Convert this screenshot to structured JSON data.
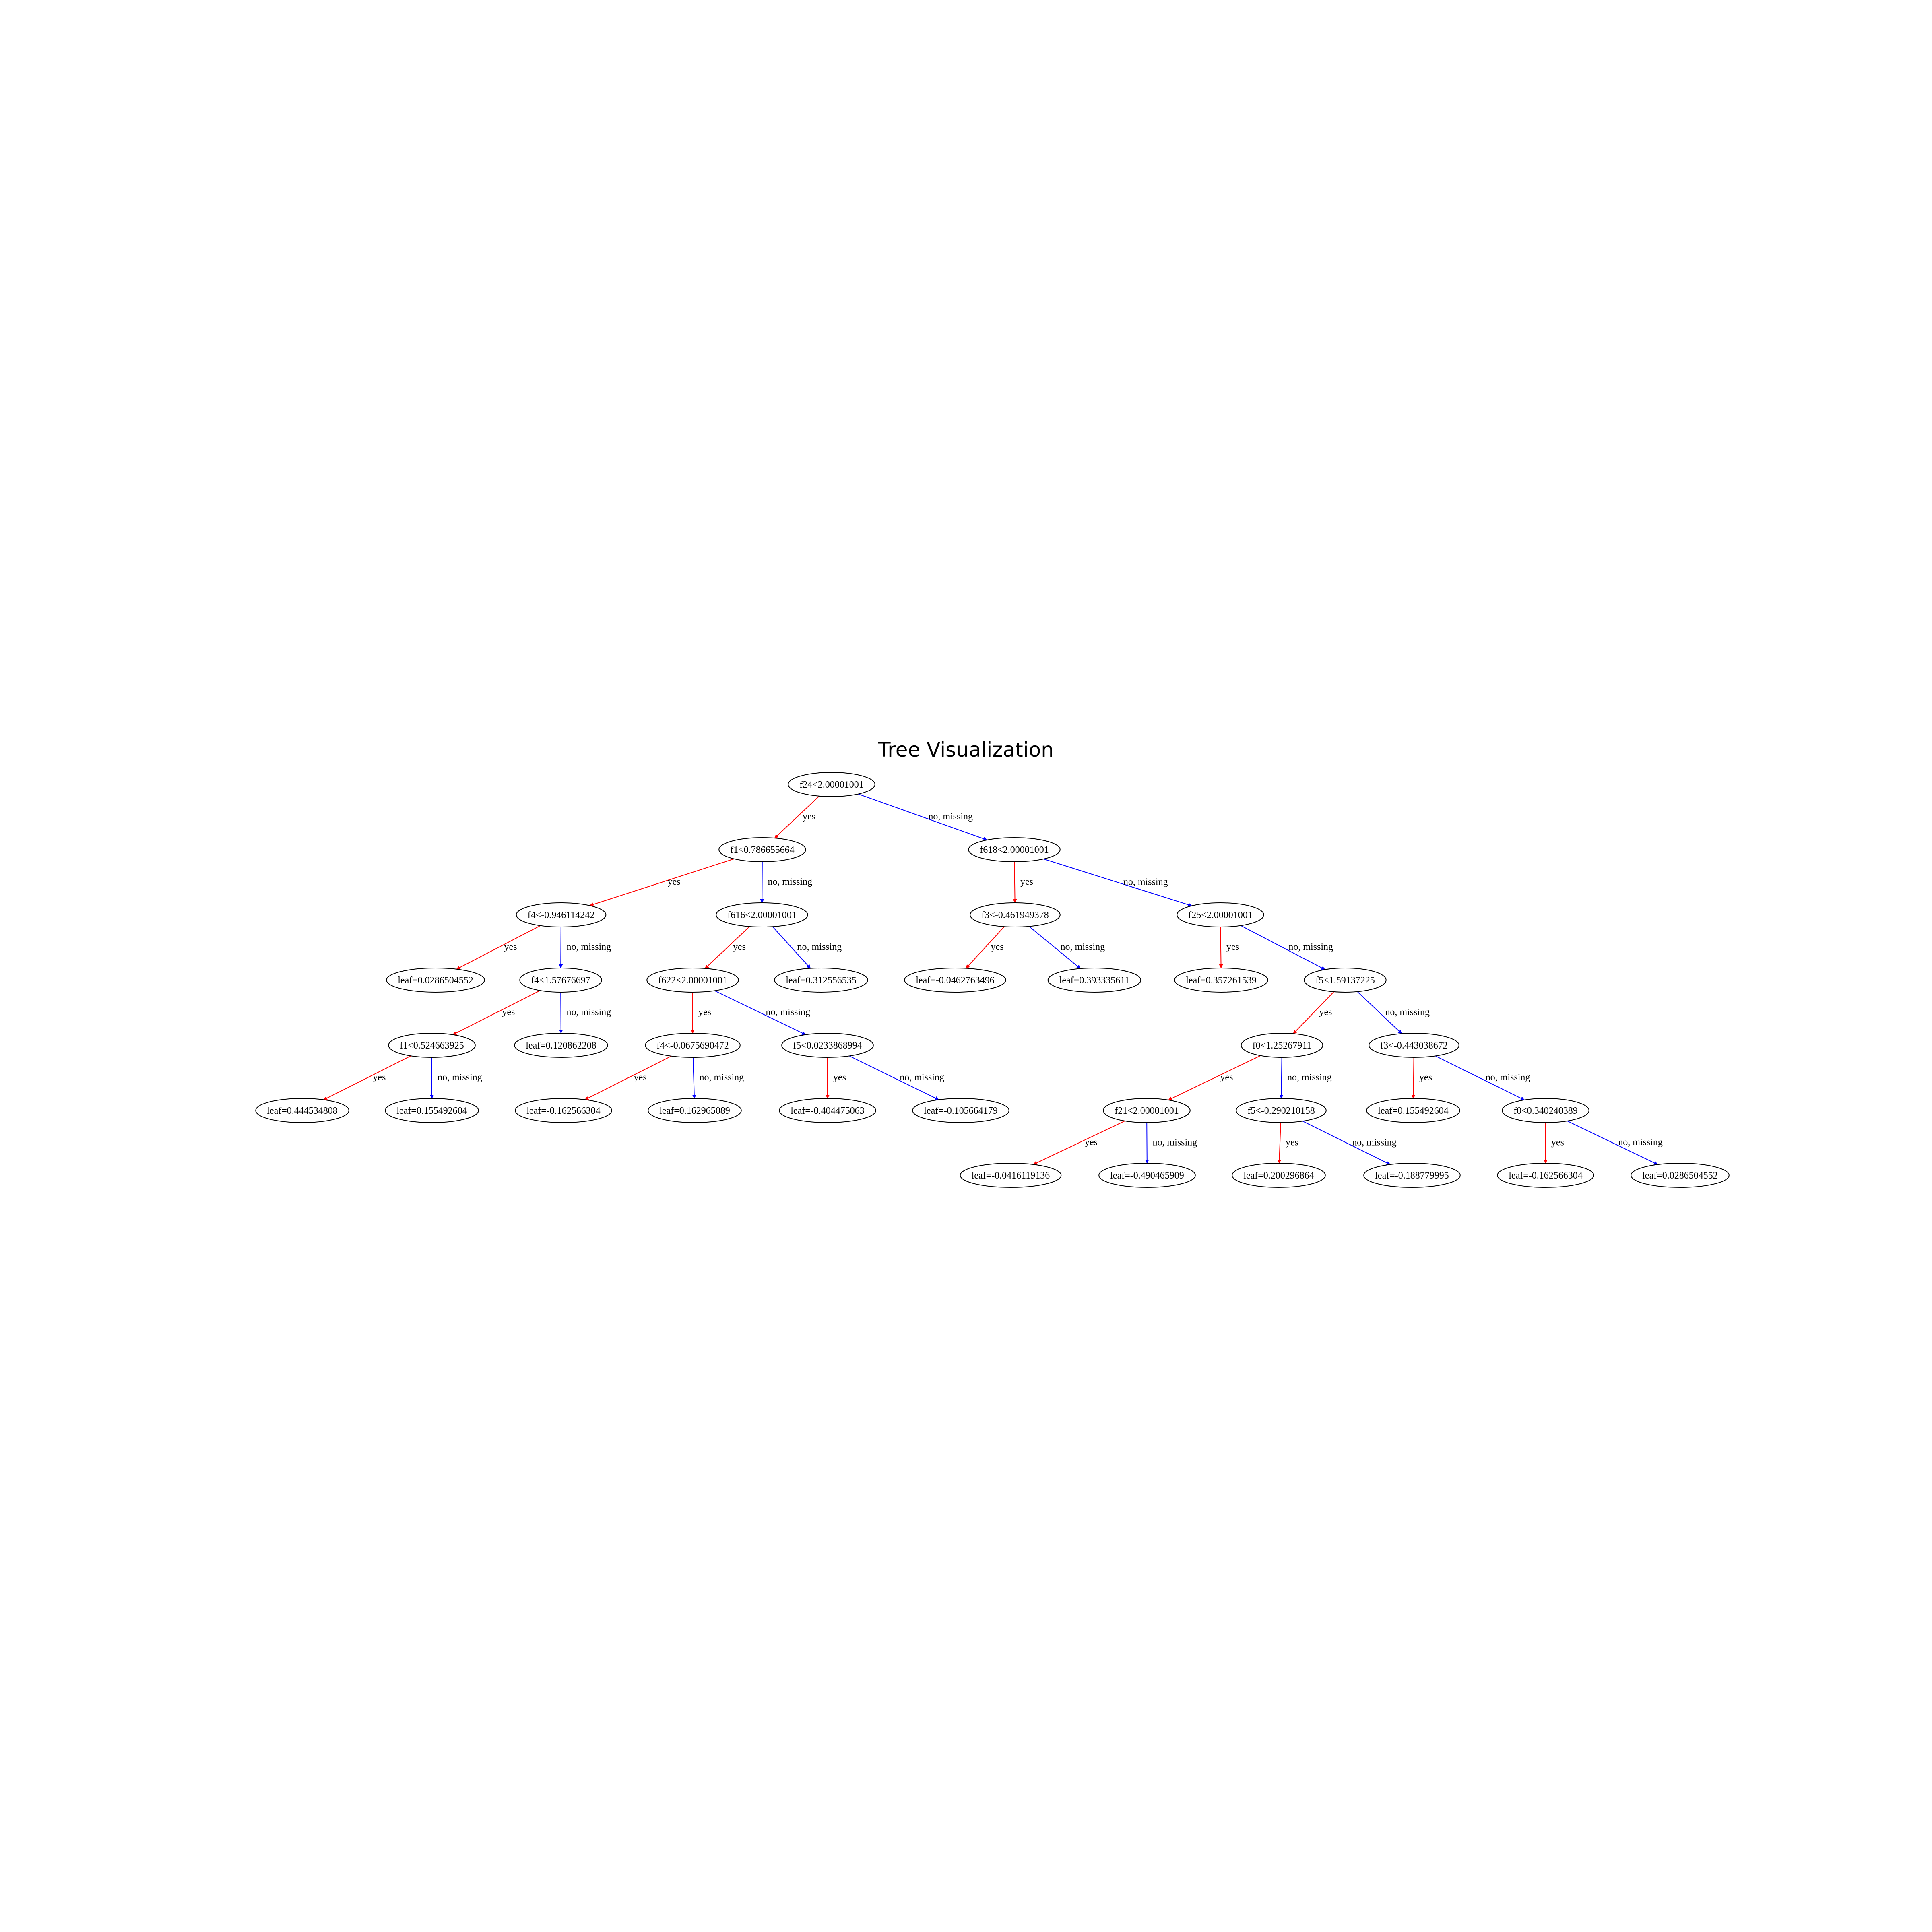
{
  "title": "Tree Visualization",
  "colors": {
    "yes_edge": "#ff0000",
    "no_edge": "#0000ff",
    "node_stroke": "#000000"
  },
  "edge_labels": {
    "yes": "yes",
    "no": "no, missing"
  },
  "nodes": [
    {
      "id": "n0",
      "label": "f24<2.00001001"
    },
    {
      "id": "n1",
      "label": "f1<0.786655664"
    },
    {
      "id": "n2",
      "label": "f618<2.00001001"
    },
    {
      "id": "n3",
      "label": "f4<-0.946114242"
    },
    {
      "id": "n4",
      "label": "f616<2.00001001"
    },
    {
      "id": "n5",
      "label": "f3<-0.461949378"
    },
    {
      "id": "n6",
      "label": "f25<2.00001001"
    },
    {
      "id": "n7",
      "label": "leaf=0.0286504552"
    },
    {
      "id": "n8",
      "label": "f4<1.57676697"
    },
    {
      "id": "n9",
      "label": "f622<2.00001001"
    },
    {
      "id": "n10",
      "label": "leaf=0.312556535"
    },
    {
      "id": "n11",
      "label": "leaf=-0.0462763496"
    },
    {
      "id": "n12",
      "label": "leaf=0.393335611"
    },
    {
      "id": "n13",
      "label": "leaf=0.357261539"
    },
    {
      "id": "n14",
      "label": "f5<1.59137225"
    },
    {
      "id": "n15",
      "label": "f1<0.524663925"
    },
    {
      "id": "n16",
      "label": "leaf=0.120862208"
    },
    {
      "id": "n17",
      "label": "f4<-0.0675690472"
    },
    {
      "id": "n18",
      "label": "f5<0.0233868994"
    },
    {
      "id": "n19",
      "label": "f0<1.25267911"
    },
    {
      "id": "n20",
      "label": "f3<-0.443038672"
    },
    {
      "id": "n21",
      "label": "leaf=0.444534808"
    },
    {
      "id": "n22",
      "label": "leaf=0.155492604"
    },
    {
      "id": "n23",
      "label": "leaf=-0.162566304"
    },
    {
      "id": "n24",
      "label": "leaf=0.162965089"
    },
    {
      "id": "n25",
      "label": "leaf=-0.404475063"
    },
    {
      "id": "n26",
      "label": "leaf=-0.105664179"
    },
    {
      "id": "n27",
      "label": "f21<2.00001001"
    },
    {
      "id": "n28",
      "label": "f5<-0.290210158"
    },
    {
      "id": "n29",
      "label": "leaf=0.155492604"
    },
    {
      "id": "n30",
      "label": "f0<0.340240389"
    },
    {
      "id": "n31",
      "label": "leaf=-0.0416119136"
    },
    {
      "id": "n32",
      "label": "leaf=-0.490465909"
    },
    {
      "id": "n33",
      "label": "leaf=0.200296864"
    },
    {
      "id": "n34",
      "label": "leaf=-0.188779995"
    },
    {
      "id": "n35",
      "label": "leaf=-0.162566304"
    },
    {
      "id": "n36",
      "label": "leaf=0.0286504552"
    }
  ],
  "edges": [
    {
      "from": "n0",
      "to": "n1",
      "kind": "yes"
    },
    {
      "from": "n0",
      "to": "n2",
      "kind": "no"
    },
    {
      "from": "n1",
      "to": "n3",
      "kind": "yes"
    },
    {
      "from": "n1",
      "to": "n4",
      "kind": "no"
    },
    {
      "from": "n2",
      "to": "n5",
      "kind": "yes"
    },
    {
      "from": "n2",
      "to": "n6",
      "kind": "no"
    },
    {
      "from": "n3",
      "to": "n7",
      "kind": "yes"
    },
    {
      "from": "n3",
      "to": "n8",
      "kind": "no"
    },
    {
      "from": "n4",
      "to": "n9",
      "kind": "yes"
    },
    {
      "from": "n4",
      "to": "n10",
      "kind": "no"
    },
    {
      "from": "n5",
      "to": "n11",
      "kind": "yes"
    },
    {
      "from": "n5",
      "to": "n12",
      "kind": "no"
    },
    {
      "from": "n6",
      "to": "n13",
      "kind": "yes"
    },
    {
      "from": "n6",
      "to": "n14",
      "kind": "no"
    },
    {
      "from": "n8",
      "to": "n15",
      "kind": "yes"
    },
    {
      "from": "n8",
      "to": "n16",
      "kind": "no"
    },
    {
      "from": "n9",
      "to": "n17",
      "kind": "yes"
    },
    {
      "from": "n9",
      "to": "n18",
      "kind": "no"
    },
    {
      "from": "n14",
      "to": "n19",
      "kind": "yes"
    },
    {
      "from": "n14",
      "to": "n20",
      "kind": "no"
    },
    {
      "from": "n15",
      "to": "n21",
      "kind": "yes"
    },
    {
      "from": "n15",
      "to": "n22",
      "kind": "no"
    },
    {
      "from": "n17",
      "to": "n23",
      "kind": "yes"
    },
    {
      "from": "n17",
      "to": "n24",
      "kind": "no"
    },
    {
      "from": "n18",
      "to": "n25",
      "kind": "yes"
    },
    {
      "from": "n18",
      "to": "n26",
      "kind": "no"
    },
    {
      "from": "n19",
      "to": "n27",
      "kind": "yes"
    },
    {
      "from": "n19",
      "to": "n28",
      "kind": "no"
    },
    {
      "from": "n20",
      "to": "n29",
      "kind": "yes"
    },
    {
      "from": "n20",
      "to": "n30",
      "kind": "no"
    },
    {
      "from": "n27",
      "to": "n31",
      "kind": "yes"
    },
    {
      "from": "n27",
      "to": "n32",
      "kind": "no"
    },
    {
      "from": "n28",
      "to": "n33",
      "kind": "yes"
    },
    {
      "from": "n28",
      "to": "n34",
      "kind": "no"
    },
    {
      "from": "n30",
      "to": "n35",
      "kind": "yes"
    },
    {
      "from": "n30",
      "to": "n36",
      "kind": "no"
    }
  ]
}
